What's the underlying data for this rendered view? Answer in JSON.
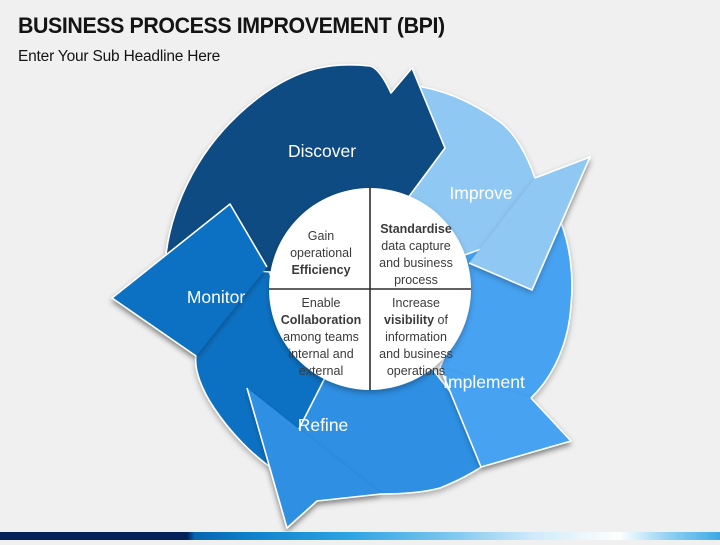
{
  "slide": {
    "title": "BUSINESS PROCESS IMPROVEMENT (BPI)",
    "subtitle": "Enter Your Sub Headline Here"
  },
  "cycle": {
    "stages": [
      {
        "label": "Discover",
        "color": "#0f4c82"
      },
      {
        "label": "Improve",
        "color": "#8fc8f3"
      },
      {
        "label": "Implement",
        "color": "#47a2f1"
      },
      {
        "label": "Refine",
        "color": "#2e8fe3"
      },
      {
        "label": "Monitor",
        "color": "#1171c3"
      }
    ]
  },
  "center": {
    "quadrants": [
      {
        "name": "top-left",
        "lines": [
          [
            {
              "t": "Gain",
              "b": false
            }
          ],
          [
            {
              "t": "operational",
              "b": false
            }
          ],
          [
            {
              "t": "Efficiency",
              "b": true
            }
          ]
        ]
      },
      {
        "name": "top-right",
        "lines": [
          [
            {
              "t": "Standardise",
              "b": true
            }
          ],
          [
            {
              "t": "data capture",
              "b": false
            }
          ],
          [
            {
              "t": "and business",
              "b": false
            }
          ],
          [
            {
              "t": "process",
              "b": false
            }
          ]
        ]
      },
      {
        "name": "bottom-left",
        "lines": [
          [
            {
              "t": "Enable",
              "b": false
            }
          ],
          [
            {
              "t": "Collaboration",
              "b": true
            }
          ],
          [
            {
              "t": "among teams",
              "b": false
            }
          ],
          [
            {
              "t": "internal and",
              "b": false
            }
          ],
          [
            {
              "t": "external",
              "b": false
            }
          ]
        ]
      },
      {
        "name": "bottom-right",
        "lines": [
          [
            {
              "t": "Increase",
              "b": false
            }
          ],
          [
            {
              "t": "visibility",
              "b": true
            },
            {
              "t": " of",
              "b": false
            }
          ],
          [
            {
              "t": "information",
              "b": false
            }
          ],
          [
            {
              "t": "and business",
              "b": false
            }
          ],
          [
            {
              "t": "operations",
              "b": false
            }
          ]
        ]
      }
    ]
  },
  "footer": {
    "bar_colors": [
      "#06205a",
      "#1184cf",
      "#2ba3e2",
      "#ffffff",
      "#3fa9e4"
    ]
  }
}
